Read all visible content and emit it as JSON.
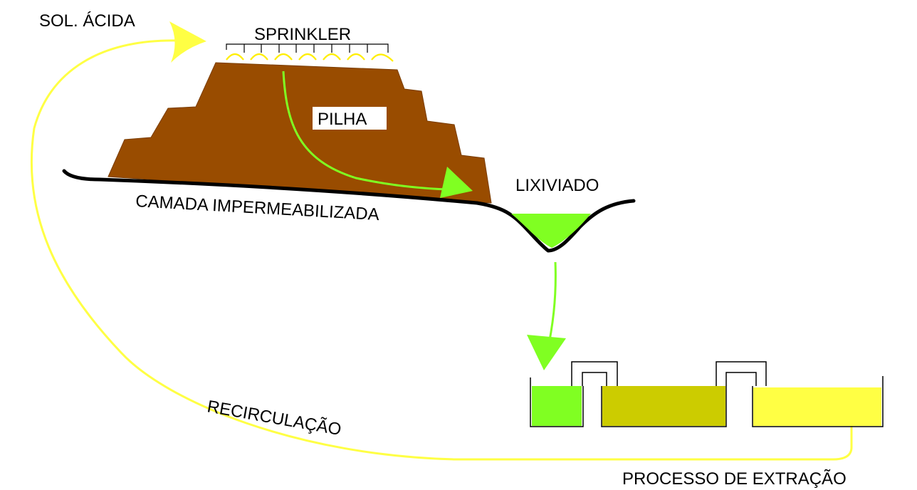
{
  "labels": {
    "acid_solution": "SOL. ÁCIDA",
    "sprinkler": "SPRINKLER",
    "heap": "PILHA",
    "liner": "CAMADA IMPERMEABILIZADA",
    "leachate": "LIXIVIADO",
    "recirculation": "RECIRCULAÇÃO",
    "extraction": "PROCESSO DE EXTRAÇÃO"
  },
  "colors": {
    "heap": "#994c00",
    "leachate": "#80ff22",
    "tank_1": "#80ff22",
    "tank_2": "#cccc00",
    "tank_3": "#ffff44",
    "recirculation_line": "#ffff44",
    "flow_arrow": "#80ff22",
    "sprinkler_spray": "#ffee00"
  },
  "icons": {
    "flow_arrow": "arrow-icon",
    "sprinkler_nozzle": "spray-icon"
  }
}
